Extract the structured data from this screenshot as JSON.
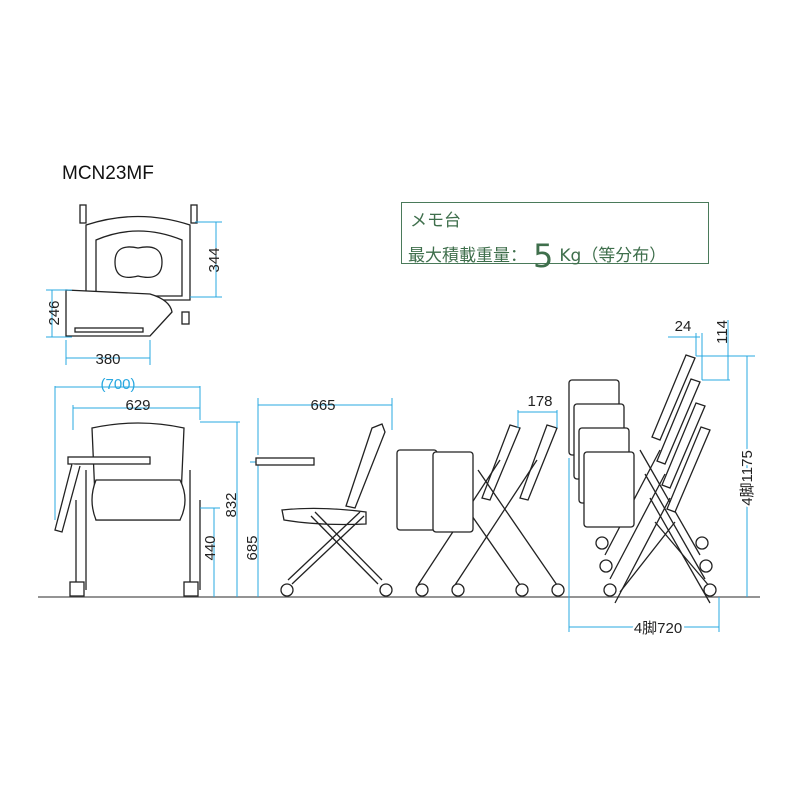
{
  "model": "MCN23MF",
  "memo": {
    "title": "メモ台",
    "load_label": "最大積載重量：",
    "load_value": "5",
    "load_unit": "Kg",
    "load_note": "（等分布）"
  },
  "dimensions": {
    "top_depth": "344",
    "tablet_depth": "246",
    "tablet_width": "380",
    "overall_width": "(700)",
    "width": "629",
    "height": "832",
    "seat_height": "440",
    "tablet_height": "685",
    "depth": "665",
    "folded_depth": "178",
    "stack_offset": "24",
    "stack_rise": "114",
    "stack_height": "4脚1175",
    "stack_depth": "4脚720"
  },
  "colors": {
    "dimension": "#29a8e0",
    "memo": "#3f6f4c"
  }
}
